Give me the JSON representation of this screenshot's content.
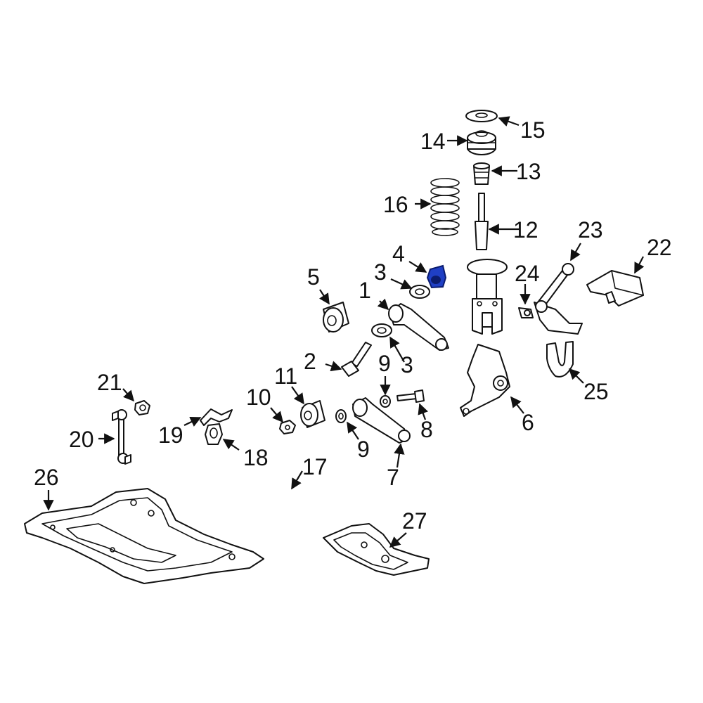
{
  "highlight_color": "#1f3fc4",
  "callouts": {
    "c1": "1",
    "c2": "2",
    "c3a": "3",
    "c3b": "3",
    "c4": "4",
    "c5": "5",
    "c6": "6",
    "c7": "7",
    "c8": "8",
    "c9a": "9",
    "c9b": "9",
    "c10": "10",
    "c11": "11",
    "c12": "12",
    "c13": "13",
    "c14": "14",
    "c15": "15",
    "c16": "16",
    "c17": "17",
    "c18": "18",
    "c19": "19",
    "c20": "20",
    "c21": "21",
    "c22": "22",
    "c23": "23",
    "c24": "24",
    "c25": "25",
    "c26": "26",
    "c27": "27"
  }
}
